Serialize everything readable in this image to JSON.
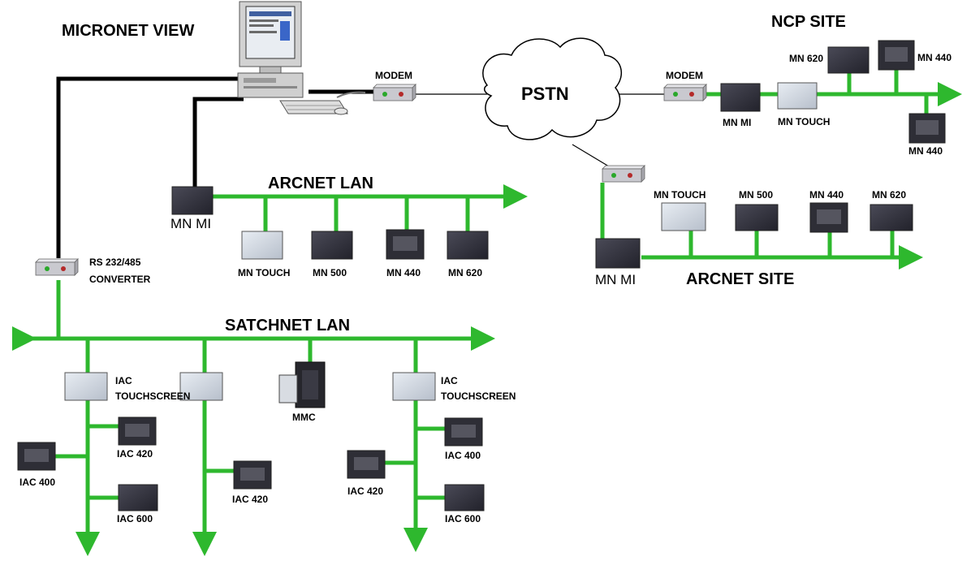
{
  "colors": {
    "bus": "#2eb82e",
    "serial_cable": "#000000",
    "device_dark": "#3b3b46",
    "device_light": "#d8dde6",
    "modem_body": "#c9c9cf"
  },
  "labels": {
    "micronet_view": "MICRONET VIEW",
    "modem_left": "MODEM",
    "pstn": "PSTN",
    "ncp_site": "NCP SITE",
    "modem_right": "MODEM",
    "ncp_mn_mi": "MN MI",
    "ncp_mn_touch": "MN TOUCH",
    "ncp_mn_620": "MN 620",
    "ncp_mn_440_top": "MN 440",
    "ncp_mn_440_bottom": "MN 440",
    "arcnet_lan": "ARCNET LAN",
    "arcnet_lan_mn_mi": "MN MI",
    "arcnet_lan_mn_touch": "MN TOUCH",
    "arcnet_lan_mn_500": "MN 500",
    "arcnet_lan_mn_440": "MN 440",
    "arcnet_lan_mn_620": "MN 620",
    "arcnet_site": "ARCNET SITE",
    "arcnet_site_mn_mi": "MN MI",
    "arcnet_site_mn_touch": "MN TOUCH",
    "arcnet_site_mn_500": "MN 500",
    "arcnet_site_mn_440": "MN 440",
    "arcnet_site_mn_620": "MN 620",
    "converter_line1": "RS 232/485",
    "converter_line2": "CONVERTER",
    "satchnet_lan": "SATCHNET LAN",
    "iac_touch_left_line1": "IAC",
    "iac_touch_left_line2": "TOUCHSCREEN",
    "iac_touch_right_line1": "IAC",
    "iac_touch_right_line2": "TOUCHSCREEN",
    "mmc": "MMC",
    "b1_iac_420": "IAC 420",
    "b1_iac_400": "IAC 400",
    "b1_iac_600": "IAC 600",
    "b2_iac_420": "IAC 420",
    "b4_iac_400": "IAC 400",
    "b4_iac_420": "IAC 420",
    "b4_iac_600": "IAC 600"
  }
}
